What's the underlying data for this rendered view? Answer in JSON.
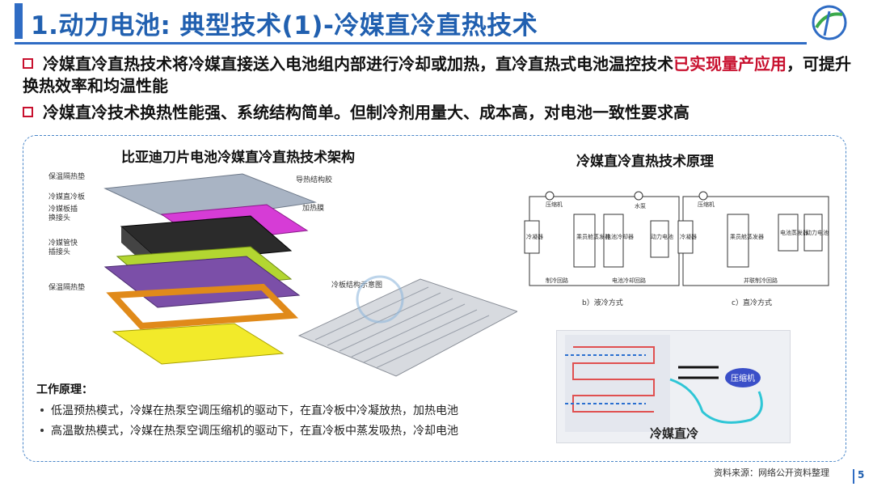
{
  "slide": {
    "title": "1.动力电池: 典型技术(1)-冷媒直冷直热技术",
    "bullets": [
      {
        "text": "冷媒直冷直热技术将冷媒直接送入电池组内部进行冷却或加热，直冷直热式电池温控技术",
        "highlight": "已实现量产应用",
        "suffix": "，可提升换热效率和均温性能"
      },
      {
        "text": "冷媒直冷技术换热性能强、系统结构简单。但制冷剂用量大、成本高，对电池一致性要求高"
      }
    ],
    "left_caption": "比亚迪刀片电池冷媒直冷直热技术架构",
    "right_caption": "冷媒直冷直热技术原理",
    "battery_labels": {
      "insulation_top": "保温隔热垫",
      "cold_plate": "冷媒直冷板",
      "connector": "冷媒板插\n换接头",
      "pipe_connector": "冷媒管快\n插接头",
      "insulation_bottom": "保温隔热垫",
      "heat_glue": "导热结构胶",
      "heating_film": "加热膜",
      "plate_detail": "冷板结构示意图"
    },
    "work_title": "工作原理：",
    "work_items": [
      "低温预热模式，冷媒在热泵空调压缩机的驱动下，在直冷板中冷凝放热，加热电池",
      "高温散热模式，冷媒在热泵空调压缩机的驱动下，在直冷板中蒸发吸热，冷却电池"
    ],
    "schematic": {
      "b_caption": "b）液冷方式",
      "c_caption": "c）直冷方式",
      "labels": {
        "compressor": "压缩机",
        "condenser": "冷凝器",
        "evaporator": "乘员舱蒸发器",
        "chiller": "电池冷却器",
        "battery": "动力电池",
        "pump": "水泵",
        "cool_loop": "制冷回路",
        "battery_loop": "电池冷却回路",
        "battery_evap": "电池蒸发器",
        "parallel_loop": "并联制冷回路"
      }
    },
    "cooling_image": {
      "compressor_label": "压缩机",
      "caption": "冷媒直冷"
    },
    "source": "资料来源：网络公开资料整理",
    "page_number": "5"
  },
  "colors": {
    "accent_blue": "#2f6cc4",
    "title_blue": "#2160b0",
    "highlight_red": "#c8102e"
  }
}
